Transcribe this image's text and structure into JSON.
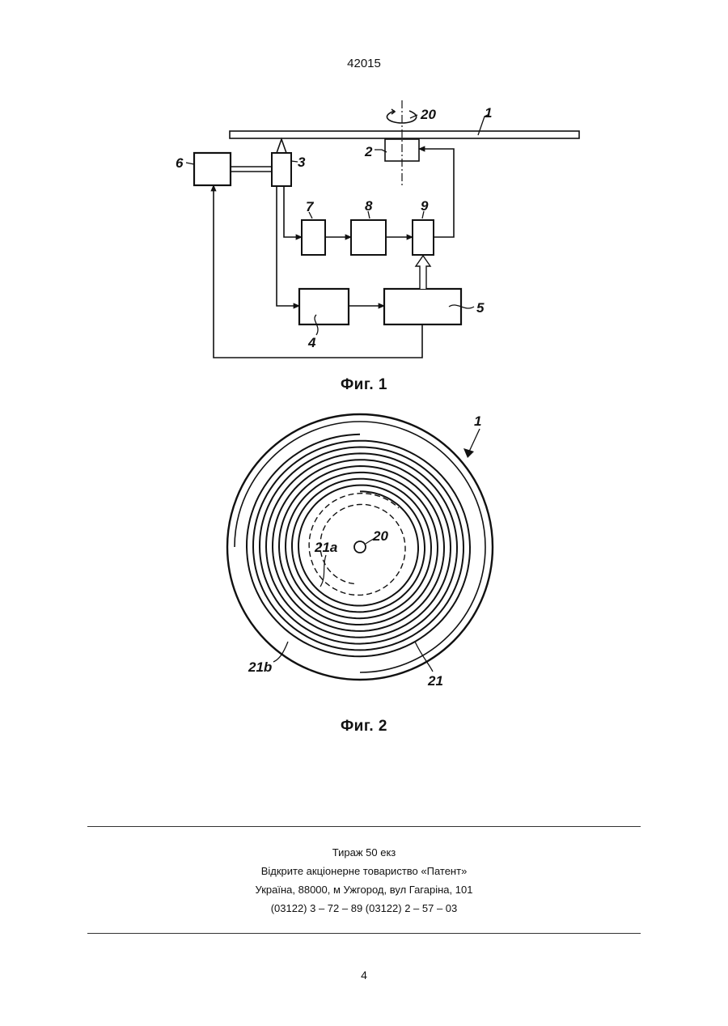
{
  "header": {
    "doc_number": "42015"
  },
  "figure1": {
    "caption": "Фиг. 1",
    "labels": {
      "disk": "1",
      "motor": "2",
      "head": "3",
      "b4": "4",
      "b5": "5",
      "b6": "6",
      "b7": "7",
      "b8": "8",
      "b9": "9",
      "axis": "20"
    }
  },
  "figure2": {
    "caption": "Фиг. 2",
    "labels": {
      "disk": "1",
      "center": "20",
      "inner_track": "21a",
      "outer_track": "21b",
      "spiral": "21"
    }
  },
  "imprint": {
    "line1": "Тираж 50 екз",
    "line2": "Відкрите акціонерне товариство «Патент»",
    "line3": "Україна, 88000, м  Ужгород, вул  Гагаріна, 101",
    "line4": "(03122) 3 – 72 – 89  (03122) 2 – 57 – 03"
  },
  "footer": {
    "page_number": "4"
  }
}
